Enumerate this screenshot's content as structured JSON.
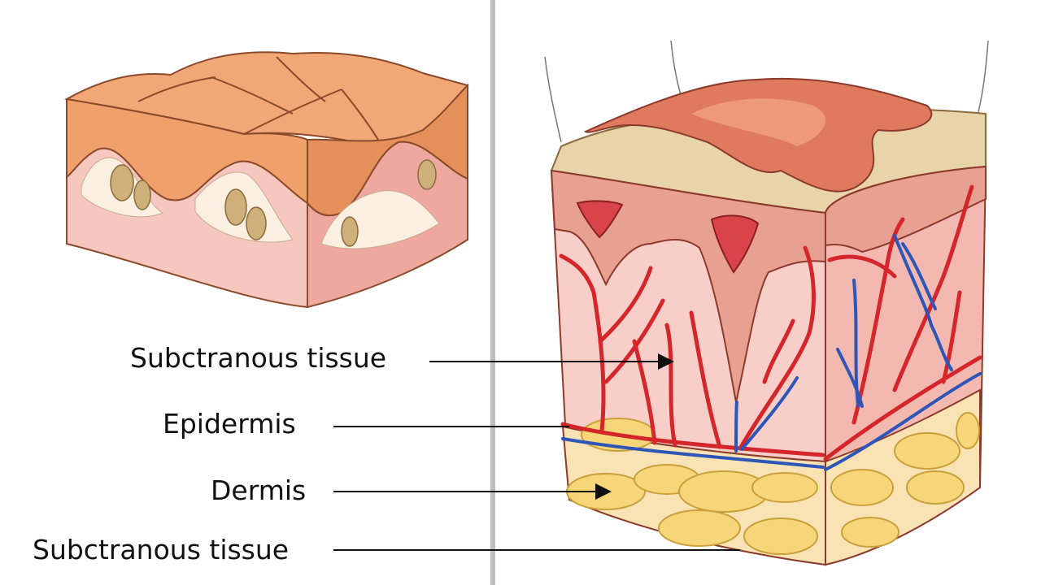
{
  "labels": [
    {
      "id": "subcutaneous-upper",
      "text": "Subctranous tissue"
    },
    {
      "id": "epidermis",
      "text": "Epidermis"
    },
    {
      "id": "dermis",
      "text": "Dermis"
    },
    {
      "id": "subcutaneous-lower",
      "text": "Subctranous tissue"
    }
  ],
  "colors": {
    "epidermis_top": "#F2A777",
    "epidermis_side": "#E58F5A",
    "dermis_pink": "#F6C2B9",
    "fat_yellow": "#F7D67A",
    "artery_red": "#D4262B",
    "vein_blue": "#2E56B8",
    "divider_gray": "#BDBDBD"
  }
}
